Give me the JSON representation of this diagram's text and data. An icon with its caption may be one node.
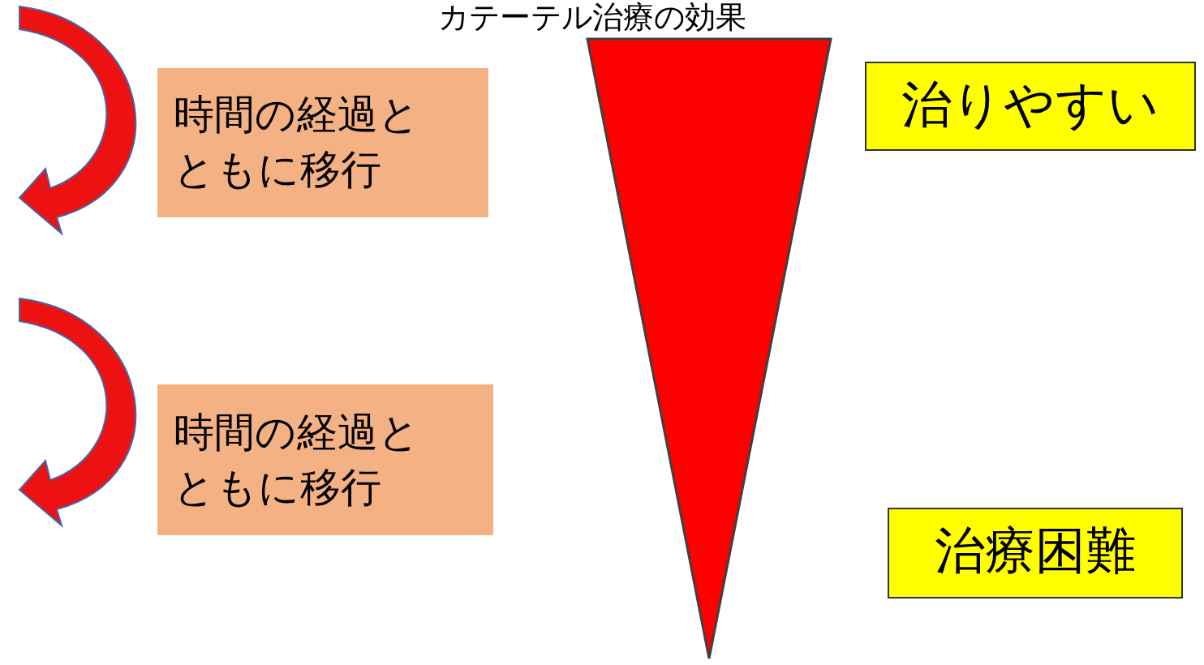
{
  "diagram": {
    "title": "カテーテル治療の効果",
    "nodes": [
      {
        "text": [
          "時間の経過とともに移行"
        ]
      },
      {
        "text": [
          "時間の経過とともに移行"
        ]
      },
      {
        "text": [
          "治りやすい"
        ]
      },
      {
        "text": [
          "治療困難"
        ]
      },
      {
        "text": [],
        "shape": "triangle"
      }
    ]
  }
}
